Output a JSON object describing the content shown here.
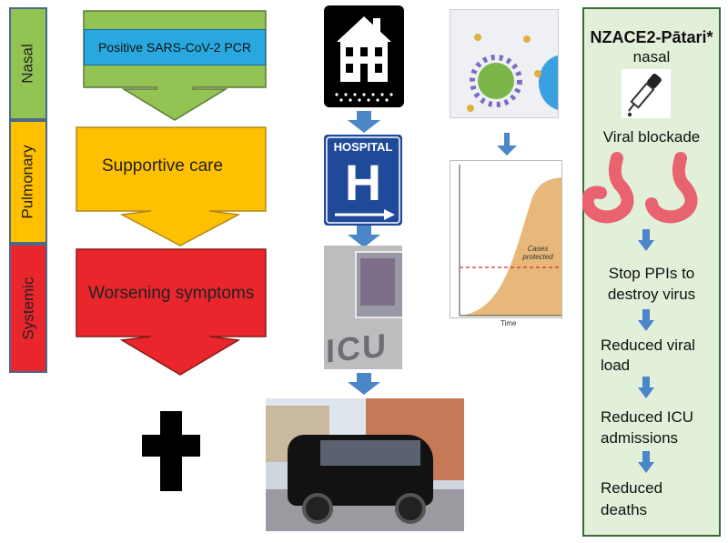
{
  "stages": {
    "nasal": "Nasal",
    "pulmonary": "Pulmonary",
    "systemic": "Systemic"
  },
  "flow": {
    "pcr": "Positive SARS-CoV-2 PCR",
    "supportive": "Supportive care",
    "worsening": "Worsening symptoms"
  },
  "hospital_sign": {
    "top": "HOSPITAL",
    "letter": "H"
  },
  "icu_label": "ICU",
  "curve": {
    "label_line1": "Cases",
    "label_line2": "protected",
    "xlabel": "Time"
  },
  "panel": {
    "title": "NZACE2-Pātari*",
    "subtitle": "nasal",
    "step1": "Viral blockade",
    "step2_line1": "Stop PPIs to",
    "step2_line2": "destroy virus",
    "step3_line1": "Reduced viral",
    "step3_line2": "load",
    "step4_line1": "Reduced ICU",
    "step4_line2": "admissions",
    "step5_line1": "Reduced",
    "step5_line2": "deaths"
  },
  "colors": {
    "nasal": "#92c353",
    "pulmonary": "#ffc000",
    "systemic": "#e8262b",
    "pcr_blue": "#29a8e0",
    "arrow_blue": "#4a86c8",
    "panel_bg": "#e2efd9",
    "panel_border": "#3b6b3b",
    "curve_fill": "#e8b87a"
  },
  "icons": {
    "house": "house-icon",
    "dropper": "dropper-icon",
    "stomach": "stomach-icon",
    "cross": "cross-icon",
    "virus": "virus-icon",
    "hearse": "hearse-photo"
  }
}
